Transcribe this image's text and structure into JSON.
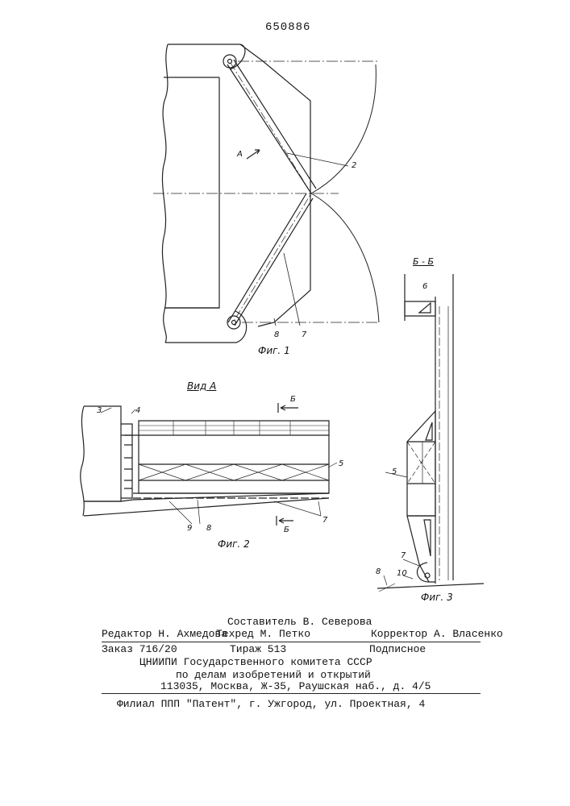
{
  "patent_number": "650886",
  "figures": {
    "fig1": {
      "caption": "Фиг. 1",
      "view_arrow": "А",
      "callouts": [
        "2",
        "7",
        "8"
      ]
    },
    "fig2": {
      "view_title": "Вид А",
      "section_mark_top": "Б",
      "section_mark_bottom": "Б",
      "caption": "Фиг. 2",
      "callouts": [
        "3",
        "4",
        "5",
        "7",
        "8",
        "9"
      ]
    },
    "fig3": {
      "section_title": "Б - Б",
      "caption": "Фиг. 3",
      "callouts": [
        "6",
        "5",
        "7",
        "10",
        "8"
      ]
    }
  },
  "colophon": {
    "compiler": "Составитель В. Северова",
    "editor": "Редактор Н. Ахмедова",
    "techred": "Техред М. Петко",
    "corrector": "Корректор А. Власенко",
    "order": "Заказ 716/20",
    "circulation": "Тираж 513",
    "subscription": "Подписное",
    "institute": "ЦНИИПИ Государственного комитета СССР",
    "institute_sub": "по делам изобретений и открытий",
    "address": "113035,   Москва, Ж-35, Раушская наб., д. 4/5",
    "branch": "Филиал ППП \"Патент\", г. Ужгород, ул. Проектная, 4"
  }
}
